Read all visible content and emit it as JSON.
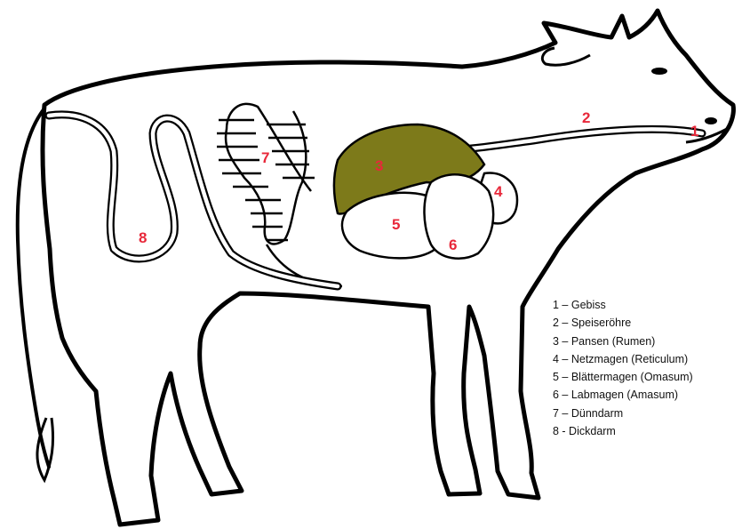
{
  "diagram": {
    "labels": [
      "1",
      "2",
      "3",
      "4",
      "5",
      "6",
      "7",
      "8"
    ],
    "legend": [
      "1 – Gebiss",
      "2 – Speiseröhre",
      "3 – Pansen (Rumen)",
      "4 – Netzmagen (Reticulum)",
      "5 – Blättermagen (Omasum)",
      "6 – Labmagen (Amasum)",
      "7 – Dünndarm",
      "8 - Dickdarm"
    ],
    "colors": {
      "outline": "#000000",
      "rumen_fill": "#7d7a1a",
      "label_red": "#e8283a",
      "background": "#ffffff"
    }
  }
}
